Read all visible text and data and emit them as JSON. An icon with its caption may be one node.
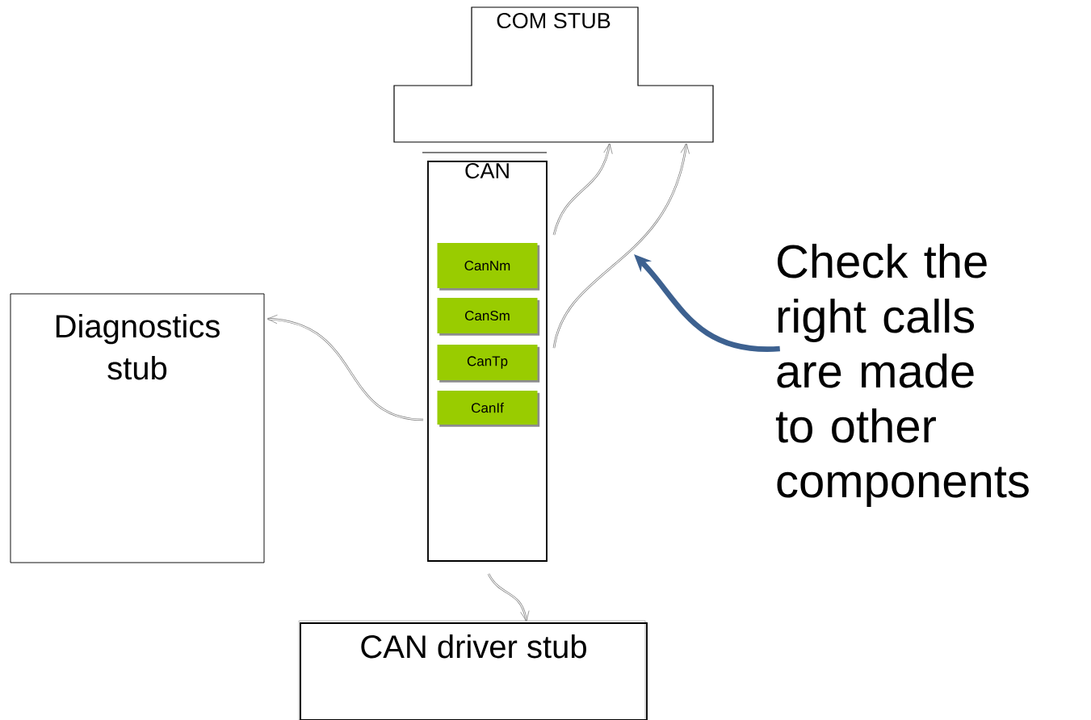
{
  "diagram": {
    "nodes": [
      {
        "text": [
          "COM STUB"
        ]
      },
      {
        "text": [
          "CAN"
        ]
      },
      {
        "text": [
          "CanNm"
        ],
        "in": 1
      },
      {
        "text": [
          "CanSm"
        ],
        "in": 1
      },
      {
        "text": [
          "CanTp"
        ],
        "in": 1
      },
      {
        "text": [
          "CanIf"
        ],
        "in": 1
      },
      {
        "text": [
          "Diagnostics stub"
        ]
      },
      {
        "text": [
          "CAN driver stub"
        ]
      },
      {
        "text": [
          "Check the right calls are made to other components"
        ]
      }
    ],
    "edges": [
      {
        "from": 1,
        "to": 0,
        "arrow": "to"
      },
      {
        "from": 1,
        "to": 0,
        "arrow": "to"
      },
      {
        "from": 1,
        "to": 6,
        "arrow": "to"
      },
      {
        "from": 1,
        "to": 7,
        "arrow": "to"
      },
      {
        "from": 8,
        "to": null,
        "arrow": "to",
        "style": "thick",
        "color": "#3d6190"
      }
    ]
  }
}
